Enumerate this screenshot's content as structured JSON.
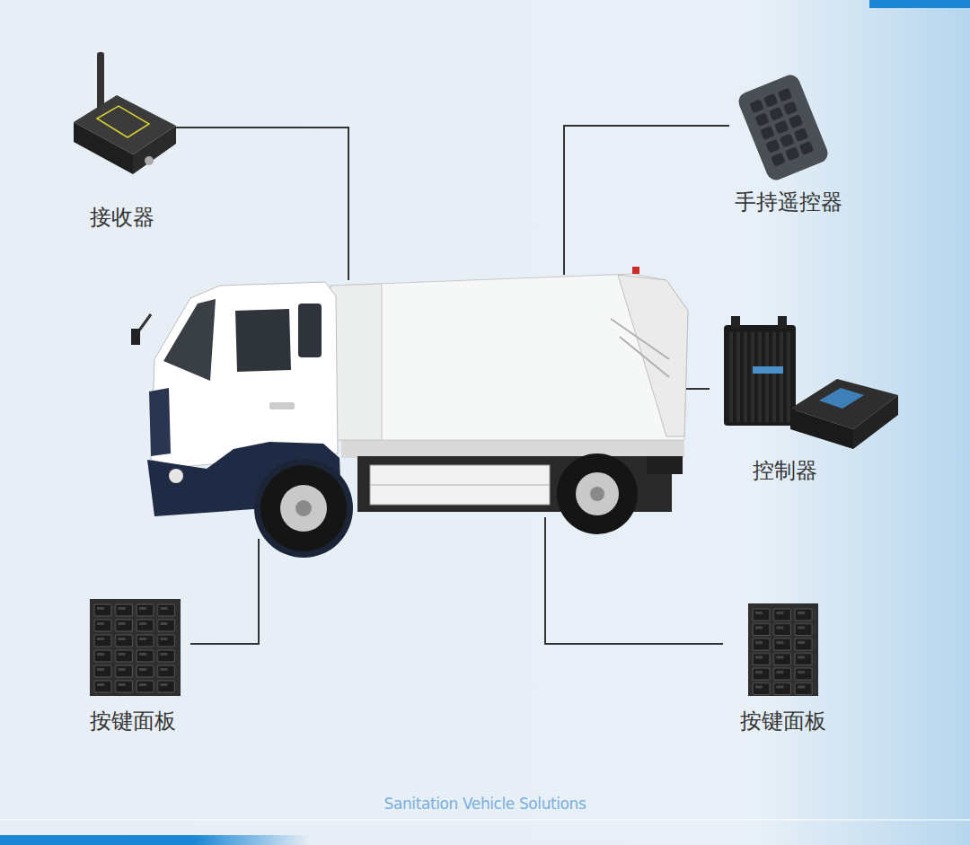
{
  "diagram": {
    "caption": "Sanitation Vehicle Solutions",
    "labels": [
      "接收器",
      "手持遥控器",
      "控制器",
      "按键面板",
      "按键面板"
    ]
  }
}
